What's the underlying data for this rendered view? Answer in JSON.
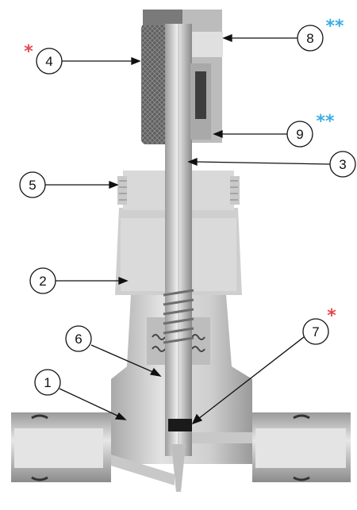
{
  "colors": {
    "background": "#ffffff",
    "body_light": "#d6d6d6",
    "body_mid": "#b9b9b9",
    "body_dark": "#8f8f8f",
    "knob": "#6d6d6d",
    "callout_stroke": "#111111",
    "star_red": "#e8474f",
    "star_blue": "#3aaee0"
  },
  "callouts": [
    {
      "id": "4",
      "label": "4"
    },
    {
      "id": "8",
      "label": "8"
    },
    {
      "id": "9",
      "label": "9"
    },
    {
      "id": "3",
      "label": "3"
    },
    {
      "id": "5",
      "label": "5"
    },
    {
      "id": "2",
      "label": "2"
    },
    {
      "id": "6",
      "label": "6"
    },
    {
      "id": "7",
      "label": "7"
    },
    {
      "id": "1",
      "label": "1"
    }
  ],
  "marks": {
    "star_4": "*",
    "star_7": "*",
    "stars_8": "**",
    "stars_9": "**"
  },
  "icons": [
    "valve-body",
    "knurled-handle",
    "stem",
    "packing-nut",
    "end-fitting-left",
    "end-fitting-right"
  ]
}
